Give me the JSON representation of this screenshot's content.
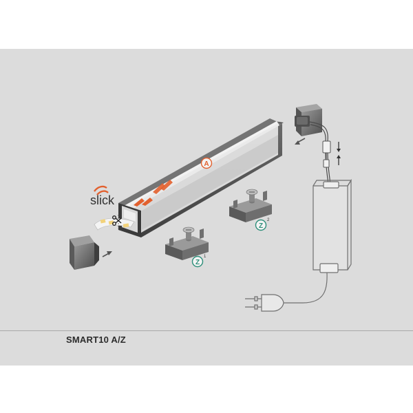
{
  "brand": {
    "logo_text": "slick",
    "accent_color": "#e2602e"
  },
  "callouts": {
    "a": "A",
    "z1": "Z",
    "z1_index": "1",
    "z2": "Z",
    "z2_index": "2"
  },
  "product": {
    "code": "SMART10 A/Z"
  },
  "colors": {
    "background": "#dcdcdc",
    "profile": "#6e6e6e",
    "profile_dark": "#4a4a4a",
    "diffuser": "#f2f2f2",
    "callout_a": "#e2602e",
    "callout_z": "#2e8f7a"
  },
  "icons": [
    "scissors-icon",
    "arrow-icon",
    "power-plug-icon",
    "power-supply-icon",
    "end-cap-icon",
    "mounting-clip-icon",
    "screw-icon"
  ]
}
